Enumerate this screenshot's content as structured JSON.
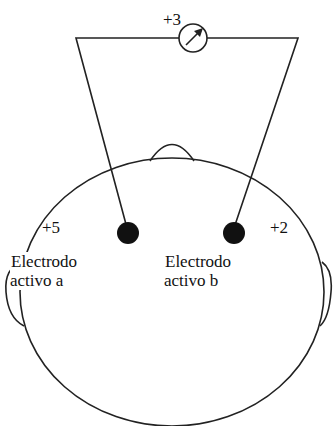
{
  "diagram": {
    "labels": [
      "+3",
      "+5",
      "+2",
      "Electrodo activo a",
      "Electrodo activo b"
    ]
  }
}
